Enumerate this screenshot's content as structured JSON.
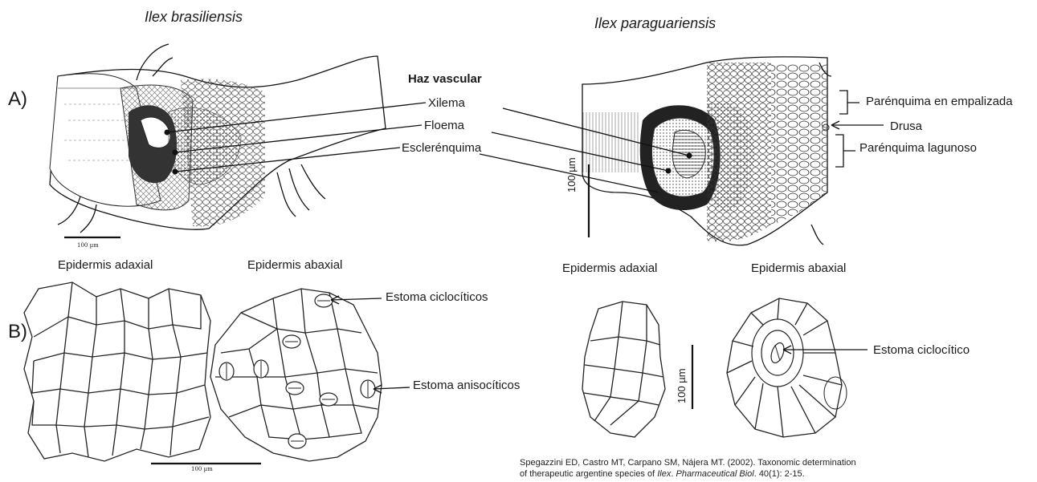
{
  "species": {
    "left": "Ilex brasiliensis",
    "right": "Ilex paraguariensis"
  },
  "panels": {
    "a": "A)",
    "b": "B)"
  },
  "labels": {
    "haz_vascular": "Haz vascular",
    "xilema": "Xilema",
    "floema": "Floema",
    "esclerenquima": "Esclerénquima",
    "parenquima_empalizada": "Parénquima en empalizada",
    "drusa": "Drusa",
    "parenquima_lagunoso": "Parénquima lagunoso",
    "estoma_cicloc_plural": "Estoma ciclocíticos",
    "estoma_aniso": "Estoma anisocíticos",
    "estoma_cicloc": "Estoma ciclocítico"
  },
  "epidermis": {
    "adaxial_left": "Epidermis adaxial",
    "abaxial_left": "Epidermis abaxial",
    "adaxial_right": "Epidermis adaxial",
    "abaxial_right": "Epidermis abaxial"
  },
  "scales": {
    "left_top": "100 µm",
    "right_top": "100 µm",
    "left_bottom": "100 µm",
    "right_bottom": "100 µm"
  },
  "citation": {
    "line1": "Spegazzini ED, Castro MT, Carpano SM, Nájera MT. (2002). Taxonomic determination",
    "line2_pre": "of therapeutic argentine species of ",
    "line2_it1": "Ilex",
    "line2_mid": ". ",
    "line2_it2": "Pharmaceutical Biol",
    "line2_post": ". 40(1): 2-15."
  }
}
